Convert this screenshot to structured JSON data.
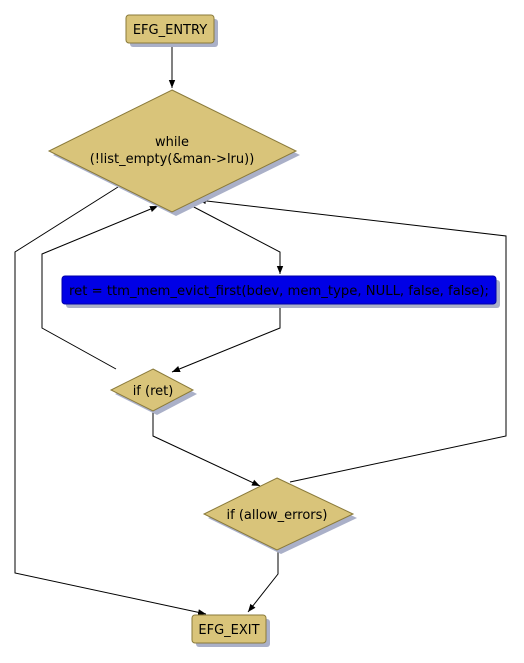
{
  "colors": {
    "node_fill": "#d9c47a",
    "highlight_fill": "#0000e6",
    "shadow": "#aab0c8",
    "edge": "#000000"
  },
  "nodes": {
    "entry": "EFG_ENTRY",
    "while_line1": "while",
    "while_line2": "(!list_empty(&man->lru))",
    "statement": "ret = ttm_mem_evict_first(bdev, mem_type, NULL, false, false);",
    "if_ret": "if (ret)",
    "if_allow": "if (allow_errors)",
    "exit": "EFG_EXIT"
  }
}
